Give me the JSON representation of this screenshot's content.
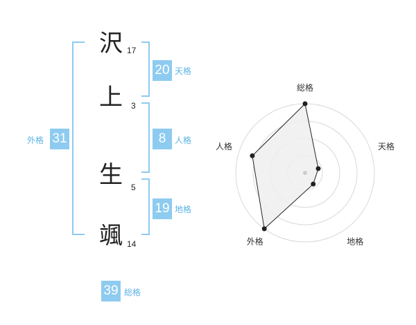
{
  "characters": [
    {
      "kanji": "沢",
      "strokes": "17"
    },
    {
      "kanji": "上",
      "strokes": "3"
    },
    {
      "kanji": "生",
      "strokes": "5"
    },
    {
      "kanji": "颯",
      "strokes": "14"
    }
  ],
  "fortunes": {
    "tenkaku": {
      "label": "天格",
      "value": "20"
    },
    "jinkaku": {
      "label": "人格",
      "value": "8"
    },
    "chikaku": {
      "label": "地格",
      "value": "19"
    },
    "gaikaku": {
      "label": "外格",
      "value": "31"
    },
    "soukaku": {
      "label": "総格",
      "value": "39"
    }
  },
  "chart_data": {
    "type": "radar",
    "axes": [
      "総格",
      "天格",
      "地格",
      "外格",
      "人格"
    ],
    "values": [
      5,
      1,
      1,
      5,
      4
    ],
    "rmax": 5,
    "rings": 4,
    "colors": {
      "fill": "#eeeeee",
      "stroke": "#222222",
      "grid": "#d8d8d8",
      "center": "#cccccc"
    }
  }
}
